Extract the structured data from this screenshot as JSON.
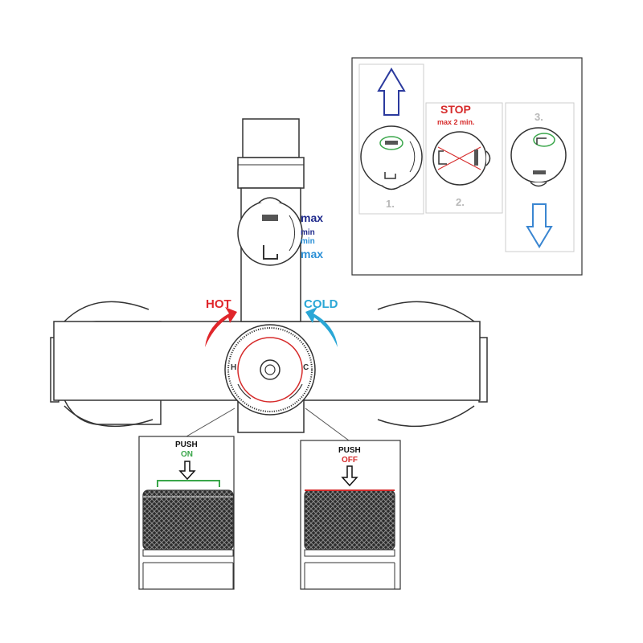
{
  "colors": {
    "outline": "#333333",
    "hot": "#e0262b",
    "cold": "#2aa7d6",
    "blue_dark": "#1f2a8c",
    "blue_light": "#2a8fd6",
    "on_green": "#3aa64a",
    "off_red": "#d62b2b",
    "step_gray": "#b8b8b8",
    "arrow_up": "#2b3a9e",
    "arrow_down": "#3a86d1"
  },
  "diverter": {
    "max_top": "max",
    "min_top": "min",
    "min_bottom": "min",
    "max_bottom": "max"
  },
  "handle": {
    "hot_label": "HOT",
    "cold_label": "COLD",
    "h_mark": "H",
    "c_mark": "C"
  },
  "knobs": {
    "left": {
      "push": "PUSH",
      "state": "ON"
    },
    "right": {
      "push": "PUSH",
      "state": "OFF"
    }
  },
  "inset": {
    "stop": "STOP",
    "stop_note": "max 2 min.",
    "step1": "1.",
    "step2": "2.",
    "step3": "3."
  }
}
